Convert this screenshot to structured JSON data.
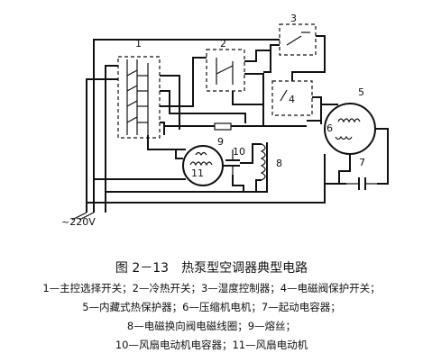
{
  "diagram": {
    "labels": {
      "c1": "1",
      "c2": "2",
      "c3": "3",
      "c4": "4",
      "c5": "5",
      "c6": "6",
      "c7": "7",
      "c8": "8",
      "c9": "9",
      "c10": "10",
      "c11": "11",
      "supply": "~220V"
    }
  },
  "caption": {
    "title": "图 2－13　热泵型空调器典型电路",
    "legend": [
      "1—主控选择开关；2—冷热开关；3—湿度控制器；4—电磁阀保护开关；",
      "5—内藏式热保护器；6—压缩机电机；7—起动电容器；",
      "8—电磁换向阀电磁线圈；9—熔丝；",
      "10—风扇电动机电容器；11—风扇电动机"
    ]
  }
}
